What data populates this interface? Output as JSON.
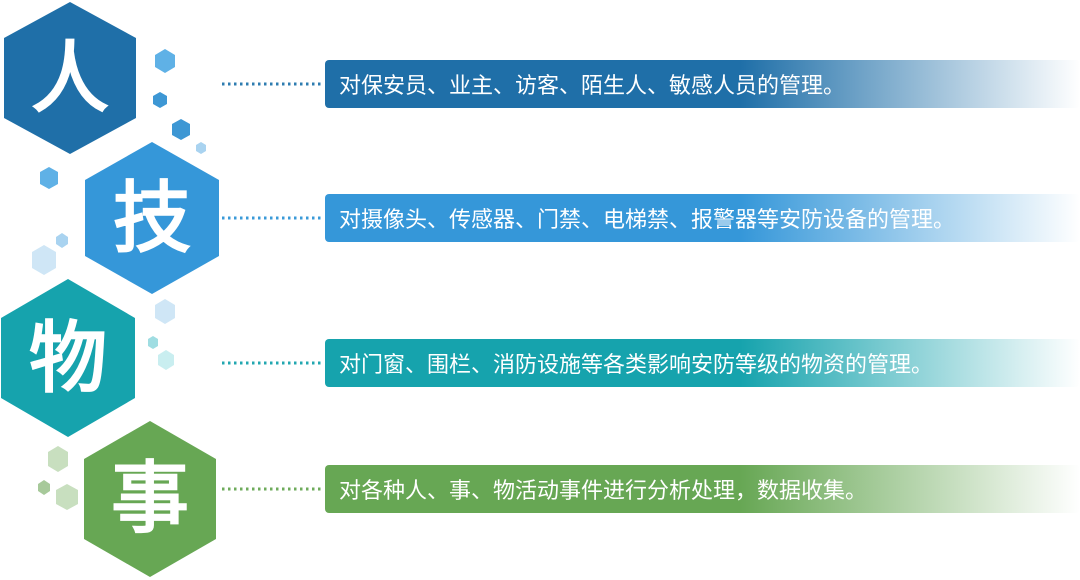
{
  "rows": [
    {
      "char": "人",
      "text": "对保安员、业主、访客、陌生人、敏感人员的管理。",
      "color": "#1f6fa8",
      "dot_color": "#2e7cb0"
    },
    {
      "char": "技",
      "text": "对摄像头、传感器、门禁、电梯禁、报警器等安防设备的管理。",
      "color": "#3597d9",
      "dot_color": "#3a9ad8"
    },
    {
      "char": "物",
      "text": "对门窗、围栏、消防设施等各类影响安防等级的物资的管理。",
      "color": "#16a3ad",
      "dot_color": "#22a7b0"
    },
    {
      "char": "事",
      "text": "对各种人、事、物活动事件进行分析处理，数据收集。",
      "color": "#67a754",
      "dot_color": "#6eab5b"
    }
  ]
}
